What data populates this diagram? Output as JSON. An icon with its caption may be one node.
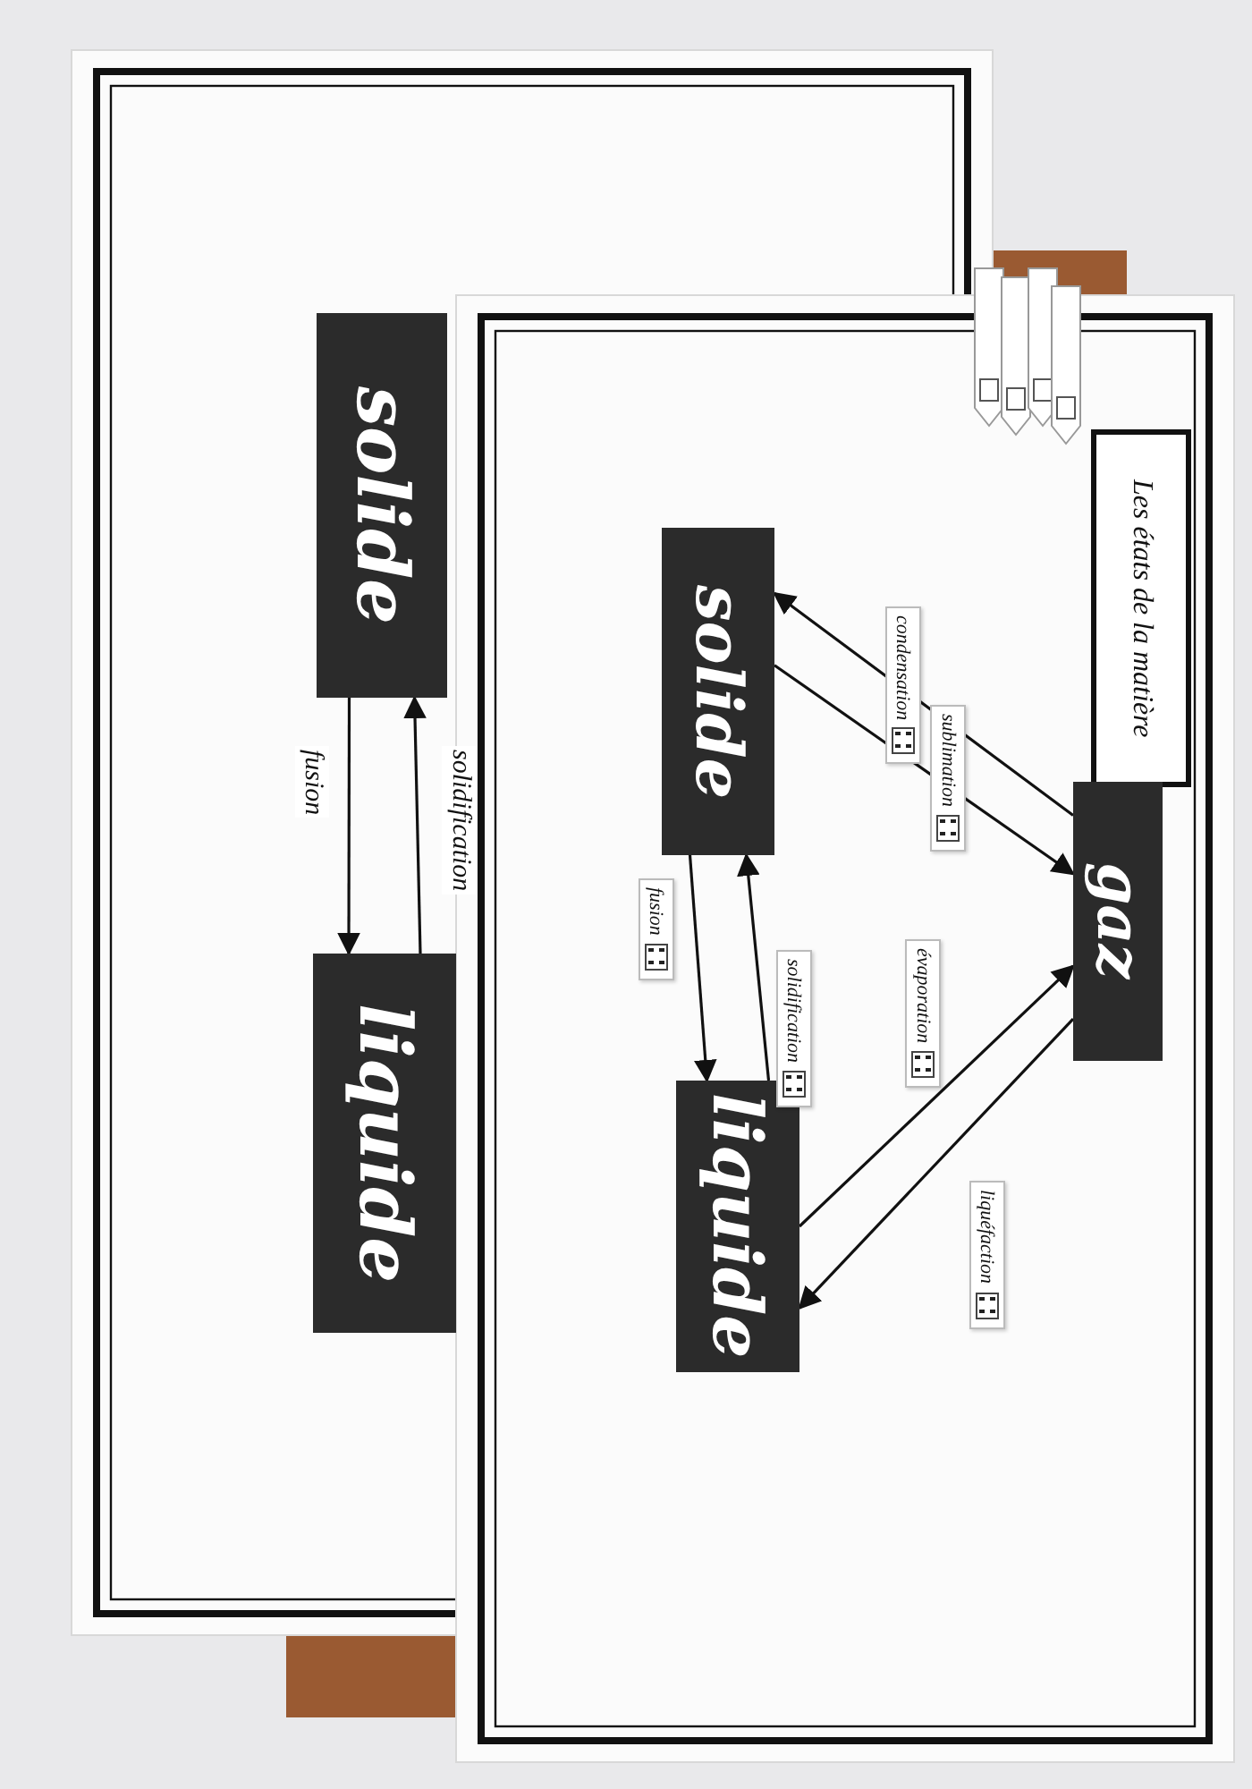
{
  "diagram": {
    "nodes": [
      {
        "text": [
          "solide"
        ]
      },
      {
        "text": [
          "liquide"
        ]
      },
      {
        "text": [
          "Les états de la matière"
        ]
      },
      {
        "text": [
          "solide"
        ]
      },
      {
        "text": [
          "gaz"
        ]
      },
      {
        "text": [
          "liquide"
        ]
      }
    ],
    "edges": [
      {
        "from": 0,
        "to": 1,
        "arrow": "to",
        "label": "fusion"
      },
      {
        "from": 1,
        "to": 0,
        "arrow": "to",
        "label": "solidification"
      },
      {
        "from": 4,
        "to": 3,
        "arrow": "to",
        "label": "condensation"
      },
      {
        "from": 3,
        "to": 4,
        "arrow": "to",
        "label": "sublimation"
      },
      {
        "from": 3,
        "to": 5,
        "arrow": "to",
        "label": "fusion"
      },
      {
        "from": 5,
        "to": 3,
        "arrow": "to",
        "label": "solidification"
      },
      {
        "from": 5,
        "to": 4,
        "arrow": "to",
        "label": "évaporation"
      },
      {
        "from": 4,
        "to": 5,
        "arrow": "to",
        "label": "liquéfaction"
      }
    ]
  }
}
